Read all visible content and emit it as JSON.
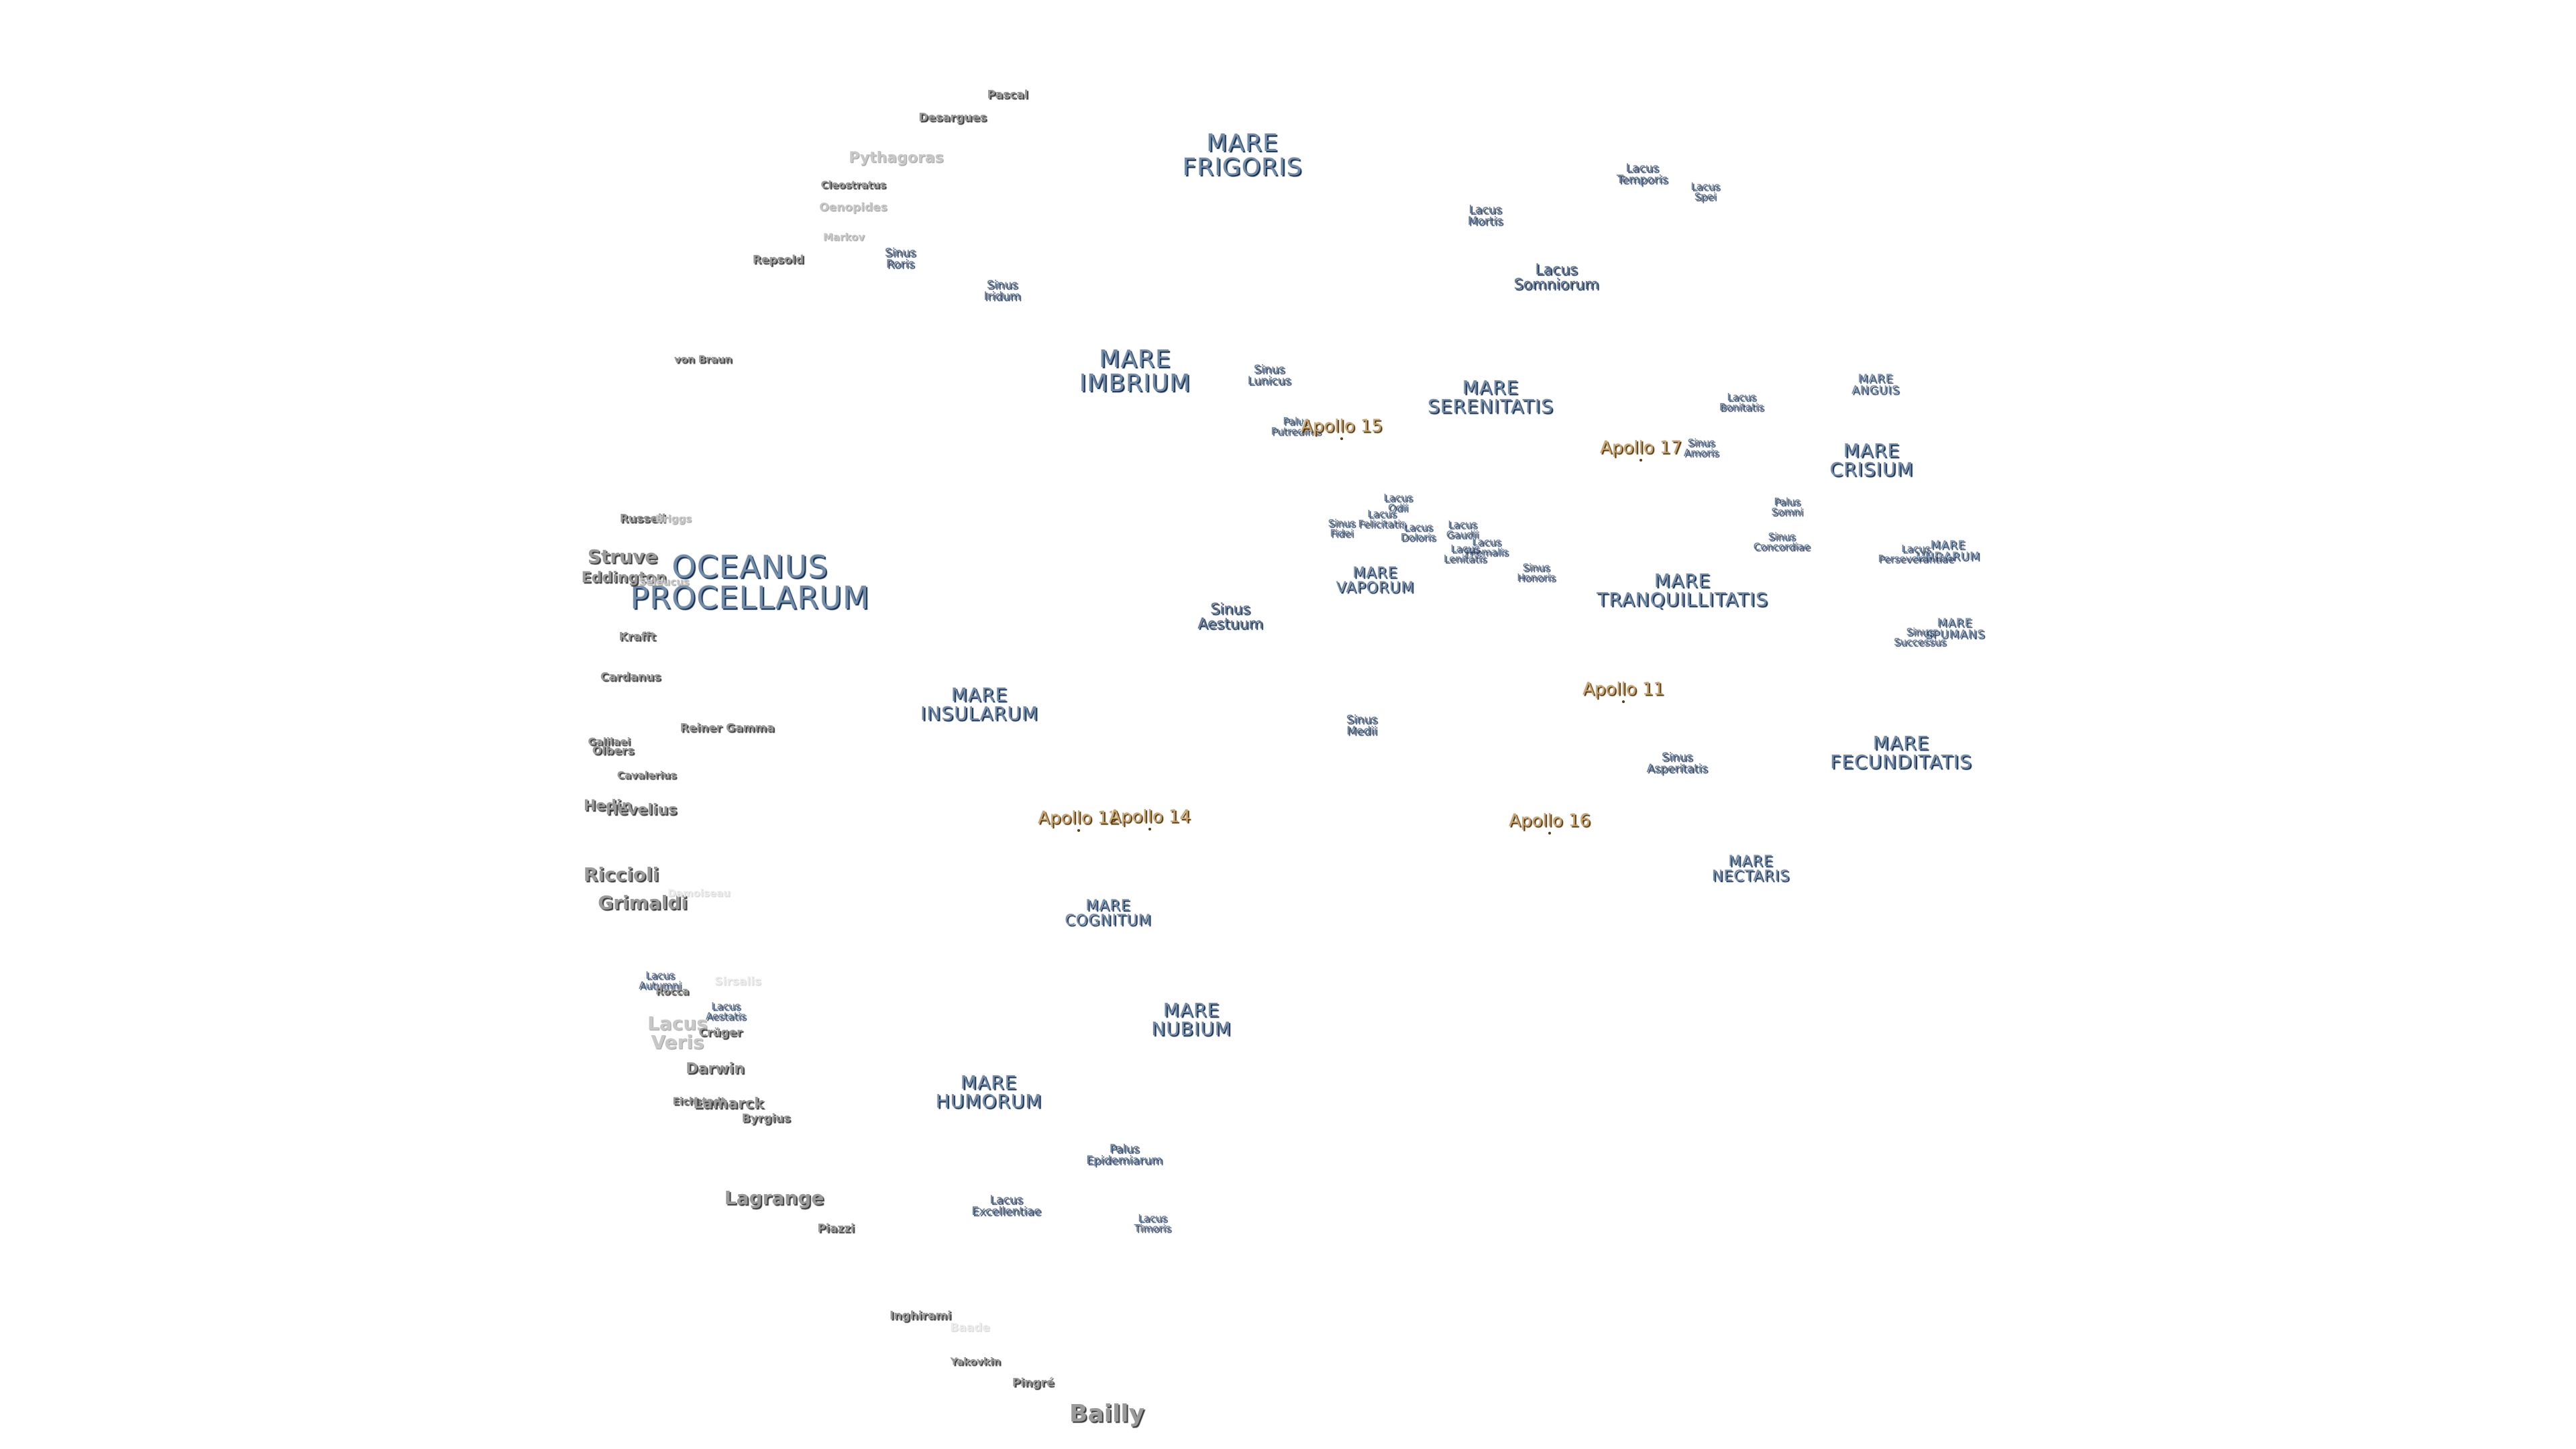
{
  "colors": {
    "background": "#ffffff",
    "mare_text": "#6f8cab",
    "crater_text": "#9a9a9a",
    "apollo_text": "#c9a46b"
  },
  "features": [
    {
      "label": "OCEANUS\nPROCELLARUM",
      "kind": "mare",
      "size": "xl"
    },
    {
      "label": "MARE\nFRIGORIS",
      "kind": "mare",
      "size": "l"
    },
    {
      "label": "MARE\nIMBRIUM",
      "kind": "mare",
      "size": "l"
    },
    {
      "label": "MARE\nSERENITATIS",
      "kind": "mare",
      "size": "m"
    },
    {
      "label": "MARE\nTRANQUILLITATIS",
      "kind": "mare",
      "size": "m"
    },
    {
      "label": "MARE\nCRISIUM",
      "kind": "mare",
      "size": "m"
    },
    {
      "label": "MARE\nFECUNDITATIS",
      "kind": "mare",
      "size": "m"
    },
    {
      "label": "MARE\nNECTARIS",
      "kind": "mare",
      "size": "s"
    },
    {
      "label": "MARE\nVAPORUM",
      "kind": "mare",
      "size": "s"
    },
    {
      "label": "MARE\nINSULARUM",
      "kind": "mare",
      "size": "m"
    },
    {
      "label": "MARE\nCOGNITUM",
      "kind": "mare",
      "size": "s"
    },
    {
      "label": "MARE\nNUBIUM",
      "kind": "mare",
      "size": "m"
    },
    {
      "label": "MARE\nHUMORUM",
      "kind": "mare",
      "size": "m"
    },
    {
      "label": "MARE\nANGUIS",
      "kind": "mare",
      "size": "xs"
    },
    {
      "label": "MARE\nUNDARUM",
      "kind": "mare",
      "size": "xs"
    },
    {
      "label": "MARE\nSPUMANS",
      "kind": "mare",
      "size": "xs"
    },
    {
      "label": "Lacus\nTemporis",
      "kind": "minor",
      "size": "xs"
    },
    {
      "label": "Lacus\nSpei",
      "kind": "minor",
      "size": "xxs"
    },
    {
      "label": "Lacus\nMortis",
      "kind": "minor",
      "size": "xs"
    },
    {
      "label": "Lacus\nSomniorum",
      "kind": "minor",
      "size": "s"
    },
    {
      "label": "Sinus\nLunicus",
      "kind": "minor",
      "size": "xs"
    },
    {
      "label": "Palus\nPutredinis",
      "kind": "minor",
      "size": "xxs"
    },
    {
      "label": "Lacus\nBonitatis",
      "kind": "minor",
      "size": "xxs"
    },
    {
      "label": "Sinus\nAmoris",
      "kind": "minor",
      "size": "xxs"
    },
    {
      "label": "Palus\nSomni",
      "kind": "minor",
      "size": "xxs"
    },
    {
      "label": "Sinus\nConcordiae",
      "kind": "minor",
      "size": "xxs"
    },
    {
      "label": "Lacus\nPerseverantiae",
      "kind": "minor",
      "size": "xxs"
    },
    {
      "label": "Sinus\nSuccessus",
      "kind": "minor",
      "size": "xxs"
    },
    {
      "label": "Lacus\nOdii",
      "kind": "minor",
      "size": "xxs"
    },
    {
      "label": "Lacus\nFelicitatis",
      "kind": "minor",
      "size": "xxs"
    },
    {
      "label": "Sinus\nFidei",
      "kind": "minor",
      "size": "xxs"
    },
    {
      "label": "Lacus\nDoloris",
      "kind": "minor",
      "size": "xxs"
    },
    {
      "label": "Lacus\nGaudii",
      "kind": "minor",
      "size": "xxs"
    },
    {
      "label": "Lacus\nHiemalis",
      "kind": "minor",
      "size": "xxs"
    },
    {
      "label": "Lacus\nLenitatis",
      "kind": "minor",
      "size": "xxs"
    },
    {
      "label": "Sinus\nHonoris",
      "kind": "minor",
      "size": "xxs"
    },
    {
      "label": "Sinus\nAestuum",
      "kind": "minor",
      "size": "s"
    },
    {
      "label": "Sinus\nMedii",
      "kind": "minor",
      "size": "xs"
    },
    {
      "label": "Sinus\nAsperitatis",
      "kind": "minor",
      "size": "xs"
    },
    {
      "label": "Sinus\nRoris",
      "kind": "minor",
      "size": "xs"
    },
    {
      "label": "Sinus\nIridum",
      "kind": "minor",
      "size": "xs"
    },
    {
      "label": "Palus\nEpidemiarum",
      "kind": "minor",
      "size": "xs"
    },
    {
      "label": "Lacus\nExcellentiae",
      "kind": "minor",
      "size": "xs"
    },
    {
      "label": "Lacus\nTimoris",
      "kind": "minor",
      "size": "xxs"
    },
    {
      "label": "Lacus\nAutumni",
      "kind": "minor",
      "size": "xxs"
    },
    {
      "label": "Lacus\nAestatis",
      "kind": "minor",
      "size": "xxs"
    },
    {
      "label": "Apollo 11",
      "kind": "apollo"
    },
    {
      "label": "Apollo 12",
      "kind": "apollo"
    },
    {
      "label": "Apollo 14",
      "kind": "apollo"
    },
    {
      "label": "Apollo 15",
      "kind": "apollo"
    },
    {
      "label": "Apollo 16",
      "kind": "apollo"
    },
    {
      "label": "Apollo 17",
      "kind": "apollo"
    },
    {
      "label": "Pascal",
      "kind": "crater",
      "size": "xs"
    },
    {
      "label": "Desargues",
      "kind": "crater",
      "size": "xs"
    },
    {
      "label": "Pythagoras",
      "kind": "crater-faint",
      "size": "s"
    },
    {
      "label": "Cleostratus",
      "kind": "crater",
      "size": "xxs"
    },
    {
      "label": "Oenopides",
      "kind": "crater-faint",
      "size": "xs"
    },
    {
      "label": "Markov",
      "kind": "crater-faint",
      "size": "xxs"
    },
    {
      "label": "Repsold",
      "kind": "crater",
      "size": "xs"
    },
    {
      "label": "von Braun",
      "kind": "crater",
      "size": "xxs"
    },
    {
      "label": "Russell",
      "kind": "crater",
      "size": "xs"
    },
    {
      "label": "Briggs",
      "kind": "crater-faint",
      "size": "xxs"
    },
    {
      "label": "Struve",
      "kind": "crater",
      "size": "m"
    },
    {
      "label": "Eddington",
      "kind": "crater",
      "size": "s"
    },
    {
      "label": "Seleucus",
      "kind": "crater-faint",
      "size": "xxs"
    },
    {
      "label": "Krafft",
      "kind": "crater",
      "size": "xs"
    },
    {
      "label": "Cardanus",
      "kind": "crater",
      "size": "xs"
    },
    {
      "label": "Reiner Gamma",
      "kind": "crater",
      "size": "xs"
    },
    {
      "label": "Galilaei",
      "kind": "crater",
      "size": "xxs"
    },
    {
      "label": "Olbers",
      "kind": "crater",
      "size": "xs"
    },
    {
      "label": "Cavalerius",
      "kind": "crater",
      "size": "xxs"
    },
    {
      "label": "Hedin",
      "kind": "crater",
      "size": "s"
    },
    {
      "label": "Hevelius",
      "kind": "crater",
      "size": "s"
    },
    {
      "label": "Riccioli",
      "kind": "crater",
      "size": "m"
    },
    {
      "label": "Grimaldi",
      "kind": "crater",
      "size": "m"
    },
    {
      "label": "Damoiseau",
      "kind": "crater-ghost",
      "size": "xxs"
    },
    {
      "label": "Rocca",
      "kind": "crater",
      "size": "xxs"
    },
    {
      "label": "Sirsalis",
      "kind": "crater-ghost",
      "size": "xs"
    },
    {
      "label": "Lacus\nVeris",
      "kind": "crater-faint",
      "size": "m"
    },
    {
      "label": "Crüger",
      "kind": "crater",
      "size": "xs"
    },
    {
      "label": "Darwin",
      "kind": "crater",
      "size": "s"
    },
    {
      "label": "Eichstadt",
      "kind": "crater",
      "size": "xxs"
    },
    {
      "label": "Lamarck",
      "kind": "crater",
      "size": "s"
    },
    {
      "label": "Byrgius",
      "kind": "crater",
      "size": "xs"
    },
    {
      "label": "Lagrange",
      "kind": "crater",
      "size": "m"
    },
    {
      "label": "Piazzi",
      "kind": "crater",
      "size": "xs"
    },
    {
      "label": "Inghirami",
      "kind": "crater",
      "size": "xs"
    },
    {
      "label": "Baade",
      "kind": "crater-ghost",
      "size": "xs"
    },
    {
      "label": "Yakovkin",
      "kind": "crater",
      "size": "xxs"
    },
    {
      "label": "Pingré",
      "kind": "crater",
      "size": "xs"
    },
    {
      "label": "Bailly",
      "kind": "crater",
      "size": "l"
    }
  ]
}
